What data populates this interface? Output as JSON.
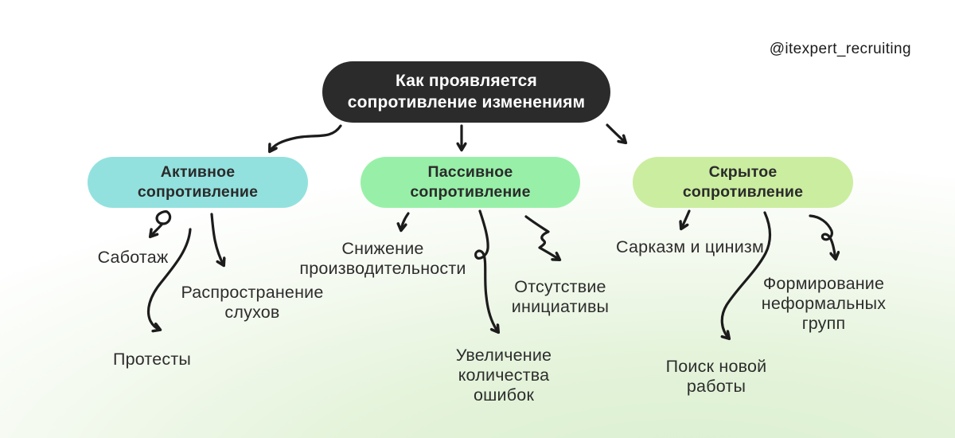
{
  "handle": "@itexpert_recruiting",
  "title": "Как проявляется\nсопротивление изменениям",
  "branches": {
    "active": {
      "label": "Активное\nсопротивление",
      "color": "#93e1de"
    },
    "passive": {
      "label": "Пассивное\nсопротивление",
      "color": "#98f0a8"
    },
    "hidden": {
      "label": "Скрытое\nсопротивление",
      "color": "#cbeda0"
    }
  },
  "nodes": {
    "sabotage": "Саботаж",
    "rumors": "Распространение\nслухов",
    "protests": "Протесты",
    "productivity": "Снижение\nпроизводительности",
    "initiative": "Отсутствие\nинициативы",
    "mistakes": "Увеличение\nколичества\nошибок",
    "sarcasm": "Сарказм и цинизм",
    "groups": "Формирование\nнеформальных\nгрупп",
    "jobsearch": "Поиск новой\nработы"
  },
  "colors": {
    "title_bg": "#2b2b2b",
    "title_text": "#ffffff",
    "text": "#2d2d2d",
    "arrow": "#1c1c1c",
    "background_green": "#daefcf",
    "background_top": "#ffffff"
  }
}
